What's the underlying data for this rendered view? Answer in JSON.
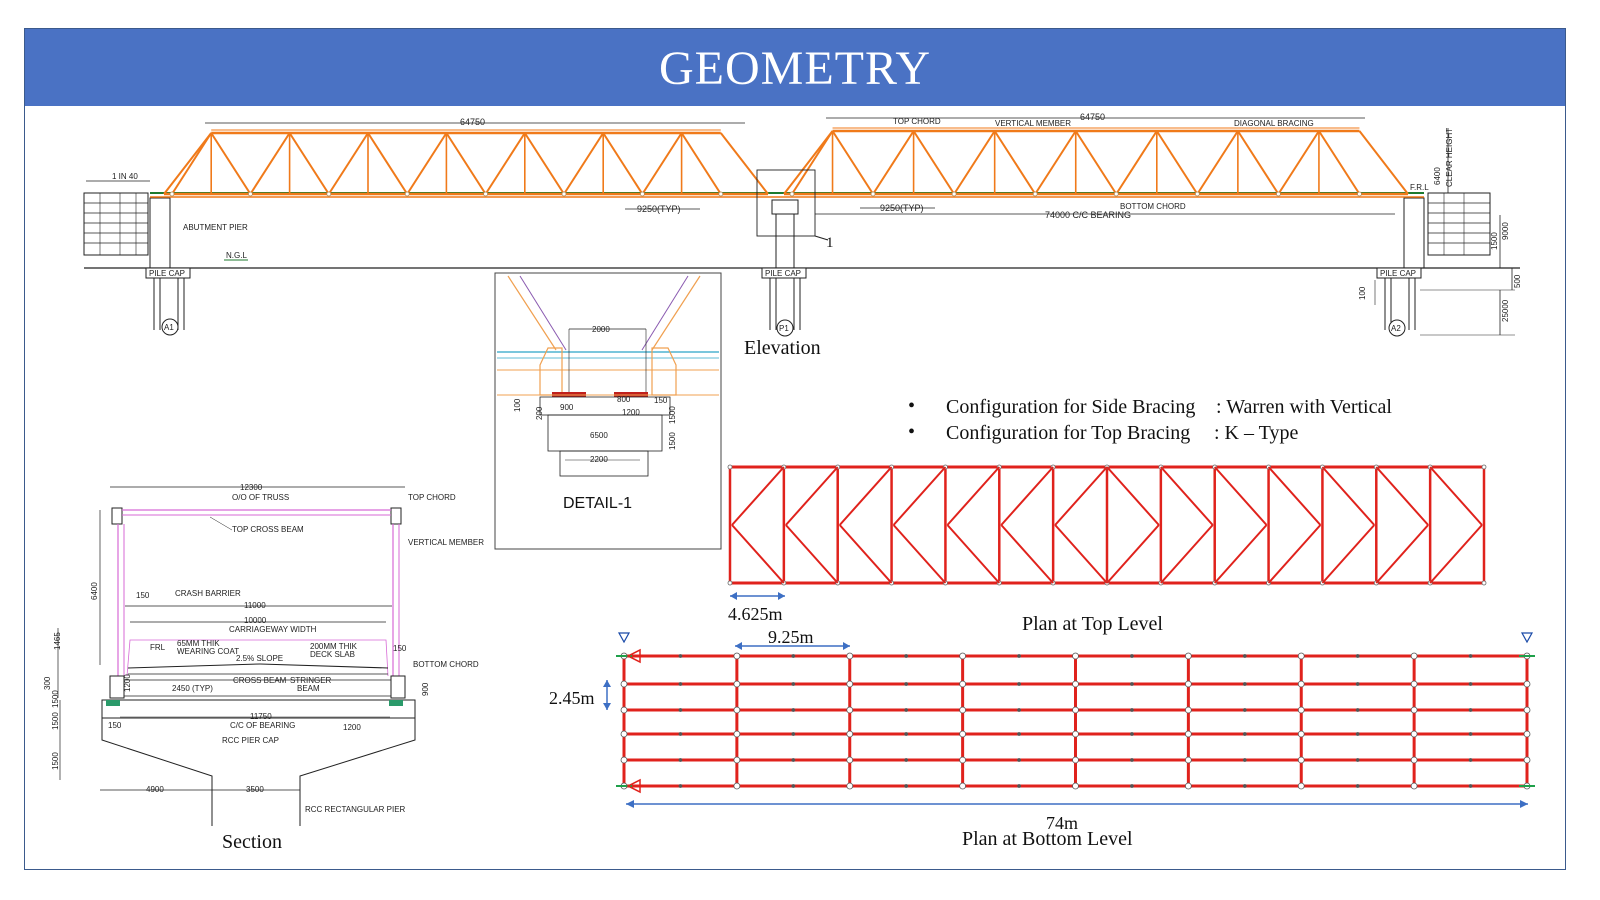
{
  "title": "GEOMETRY",
  "colors": {
    "banner": "#4a72c4",
    "truss": "#f07a1a",
    "plan": "#e0221c",
    "dim": "#3d6fc4"
  },
  "elevation": {
    "caption": "Elevation",
    "span1": "64750",
    "span2": "64750",
    "slope": "1 IN 40",
    "top_chord": "TOP CHORD",
    "vertical_member": "VERTICAL MEMBER",
    "diagonal_bracing": "DIAGONAL BRACING",
    "bottom_chord": "BOTTOM CHORD",
    "panel1": "9250(TYP)",
    "panel2": "9250(TYP)",
    "bearing": "74000 C/C BEARING",
    "abutment": "ABUTMENT PIER",
    "ngl": "N.G.L",
    "pile_cap": "PILE CAP",
    "a1": "A1",
    "p1": "P1",
    "a2": "A2",
    "detail_mark": "1",
    "frl": "F.R.L",
    "clear_height": "CLEAR HEIGHT",
    "d6400": "6400",
    "d1500": "1500",
    "d9000": "9000",
    "d500": "500",
    "d100": "100",
    "d25000": "25000"
  },
  "detail": {
    "caption": "DETAIL-1",
    "d2000": "2000",
    "d900": "900",
    "d800": "800",
    "d1200": "1200",
    "d150": "150",
    "d100": "100",
    "d200": "200",
    "d1500": "1500",
    "d1500b": "1500",
    "d6500": "6500",
    "d2200": "2200"
  },
  "section": {
    "caption": "Section",
    "d12300": "12300",
    "oo_truss": "O/O OF TRUSS",
    "top_chord": "TOP CHORD",
    "top_cross_beam": "TOP CROSS BEAM",
    "vertical_member": "VERTICAL MEMBER",
    "d6400": "6400",
    "d150": "150",
    "crash_barrier": "CRASH BARRIER",
    "d11000": "11000",
    "d10000": "10000",
    "carriageway": "CARRIAGEWAY WIDTH",
    "frl": "FRL",
    "wearing_coat1": "65MM THIK",
    "wearing_coat2": "WEARING COAT",
    "slope": "2.5% SLOPE",
    "deck_slab1": "200MM THIK",
    "deck_slab2": "DECK SLAB",
    "d150r": "150",
    "bottom_chord": "BOTTOM CHORD",
    "d1465": "1465",
    "d300": "300",
    "d1200": "1200",
    "d2450": "2450 (TYP)",
    "cross_beam": "CROSS BEAM",
    "stringer1": "STRINGER",
    "stringer2": "BEAM",
    "d900": "900",
    "d1500a": "1500",
    "d1500b": "1500",
    "d1500c": "1500",
    "d150b": "150",
    "d11750": "11750",
    "cc_bearing": "C/C OF BEARING",
    "d1200b": "1200",
    "rcc_cap": "RCC PIER CAP",
    "d4900": "4900",
    "d3500": "3500",
    "rcc_pier": "RCC RECTANGULAR PIER"
  },
  "bullets": [
    {
      "label": "Configuration for Side Bracing",
      "value": ": Warren with Vertical"
    },
    {
      "label": "Configuration for Top Bracing",
      "value": ": K – Type"
    }
  ],
  "plan_top": {
    "caption": "Plan at Top Level",
    "dim": "4.625m"
  },
  "plan_bottom": {
    "caption": "Plan at Bottom Level",
    "dim_panel": "9.25m",
    "dim_width": "2.45m",
    "dim_length": "74m"
  }
}
